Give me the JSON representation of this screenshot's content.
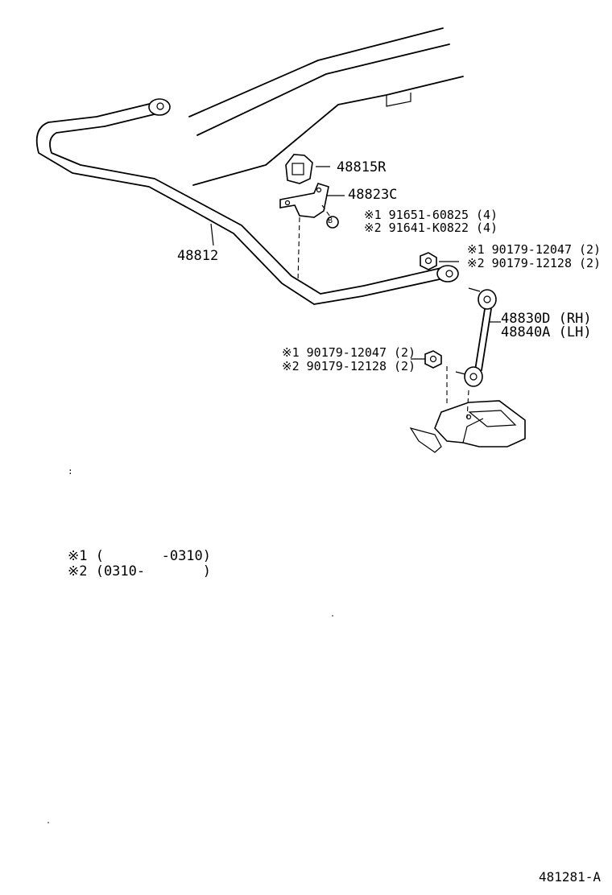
{
  "parts": {
    "bushing": "48815R",
    "bracket": "48823C",
    "stabilizer_bar": "48812",
    "link_rh": "48830D (RH)",
    "link_lh": "48840A (LH)",
    "bolt_marker": "B"
  },
  "fasteners": {
    "bracket_bolt_1": "※1 91651-60825 (4)",
    "bracket_bolt_2": "※2 91641-K0822 (4)",
    "upper_nut_1": "※1 90179-12047 (2)",
    "upper_nut_2": "※2 90179-12128 (2)",
    "lower_nut_1": "※1 90179-12047 (2)",
    "lower_nut_2": "※2 90179-12128 (2)"
  },
  "notes": {
    "stray_mark": ":",
    "note_1": "※1 (       -0310)",
    "note_2": "※2 (0310-       )"
  },
  "figure_code": "481281-A"
}
